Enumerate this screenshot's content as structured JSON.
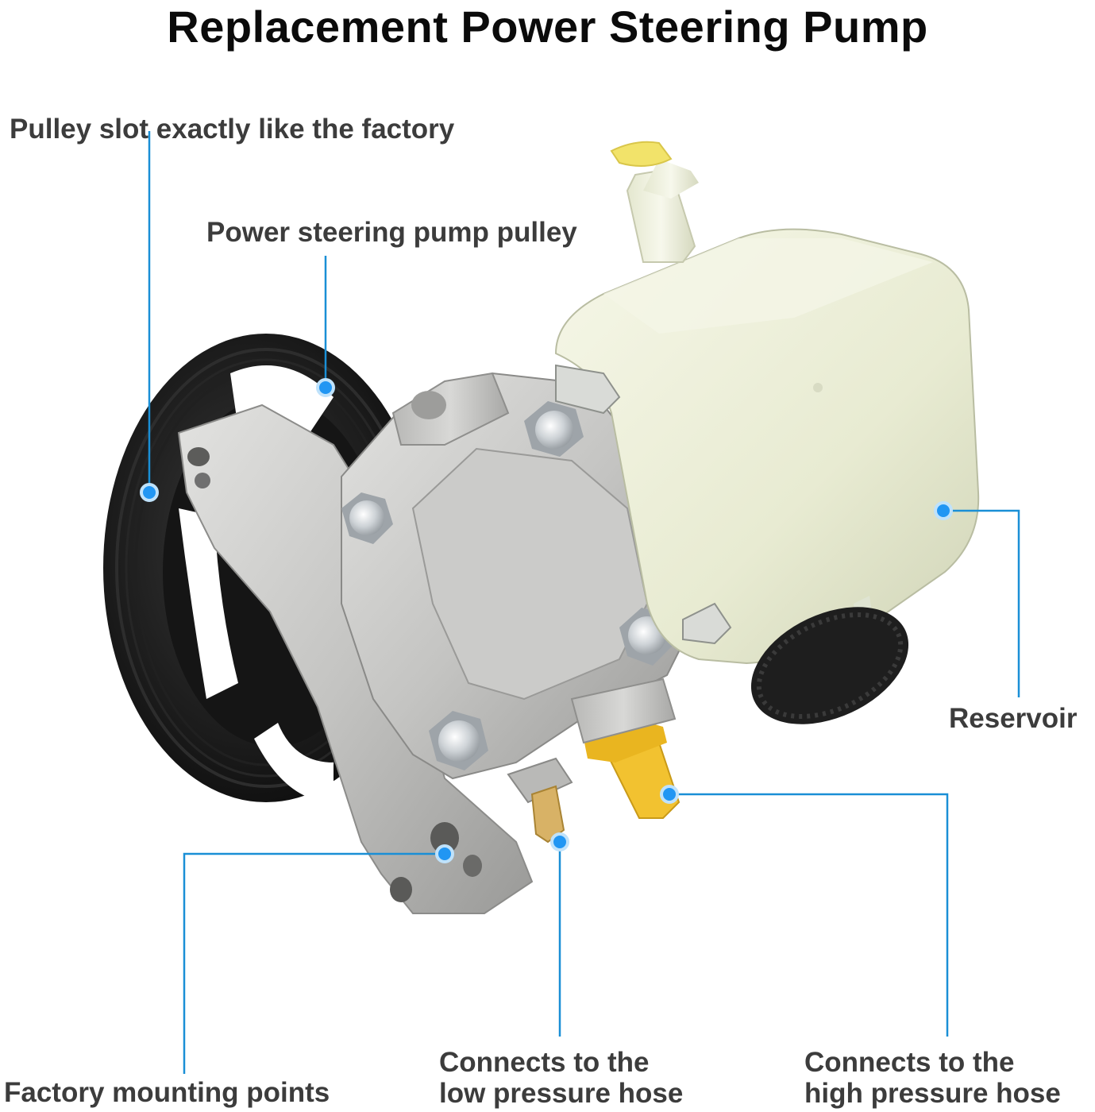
{
  "title": "Replacement Power Steering Pump",
  "callouts": {
    "pulley_slot": "Pulley slot exactly like the factory",
    "pump_pulley": "Power steering pump pulley",
    "reservoir": "Reservoir",
    "mounting_points": "Factory mounting points",
    "low_pressure_line1": "Connects to the",
    "low_pressure_line2": "low pressure hose",
    "high_pressure_line1": "Connects to the",
    "high_pressure_line2": "high pressure hose"
  },
  "colors": {
    "callout_line": "#1a8fd6",
    "callout_dot": "#2196f3",
    "title_text": "#0b0b0b",
    "label_text": "#3c3c3c"
  }
}
